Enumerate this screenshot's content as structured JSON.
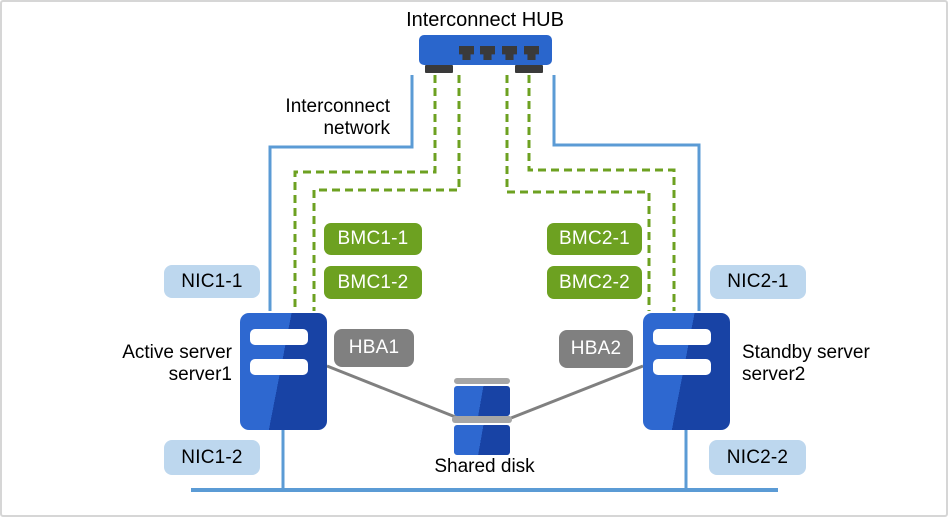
{
  "title": "Interconnect HUB",
  "network_label": {
    "line1": "Interconnect",
    "line2": "network"
  },
  "servers": {
    "server1": {
      "role": "Active server",
      "name": "server1"
    },
    "server2": {
      "role": "Standby server",
      "name": "server2"
    }
  },
  "labels": {
    "nic1_1": "NIC1-1",
    "nic1_2": "NIC1-2",
    "nic2_1": "NIC2-1",
    "nic2_2": "NIC2-2",
    "bmc1_1": "BMC1-1",
    "bmc1_2": "BMC1-2",
    "bmc2_1": "BMC2-1",
    "bmc2_2": "BMC2-2",
    "hba1": "HBA1",
    "hba2": "HBA2",
    "shared_disk": "Shared disk"
  },
  "colors": {
    "line_blue": "#5b9bd5",
    "line_green": "#6da121",
    "nic_fill": "#bdd7ee",
    "bmc_fill": "#6da121",
    "hba_fill": "#808080",
    "gray_line": "#808080",
    "hub_blue": "#2a66cc",
    "server_light": "#2e68d0",
    "server_dark": "#1843a5",
    "disk_bar_gray": "#a6a6a6",
    "port_dark": "#3a3a3a",
    "text_black": "#000000",
    "label_text_white": "#ffffff"
  }
}
